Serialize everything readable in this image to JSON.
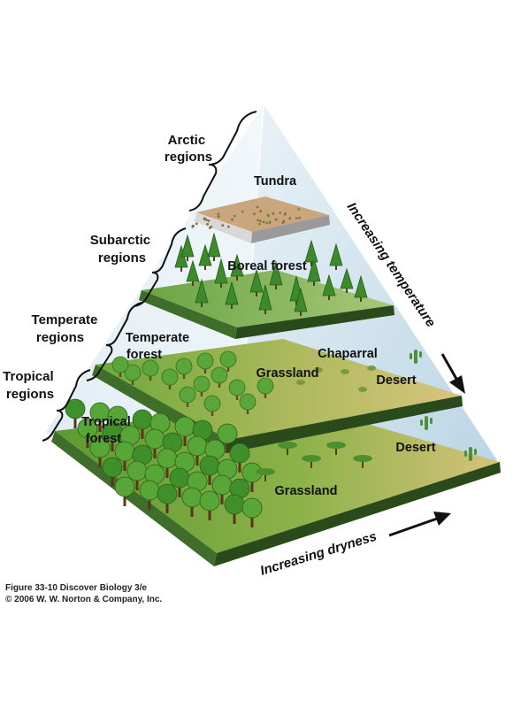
{
  "regions": {
    "arctic": [
      "Arctic",
      "regions"
    ],
    "subarctic": [
      "Subarctic",
      "regions"
    ],
    "temperate": [
      "Temperate",
      "regions"
    ],
    "tropical": [
      "Tropical",
      "regions"
    ]
  },
  "biomes": {
    "tundra": "Tundra",
    "boreal_forest": "Boreal forest",
    "temperate_forest": [
      "Temperate",
      "forest"
    ],
    "chaparral": "Chaparral",
    "grassland_temperate": "Grassland",
    "desert_temperate": "Desert",
    "tropical_forest": [
      "Tropical",
      "forest"
    ],
    "desert_tropical": "Desert",
    "grassland_tropical": "Grassland"
  },
  "axes": {
    "temperature": "Increasing temperature",
    "dryness": "Increasing dryness"
  },
  "caption": {
    "line1": "Figure 33-10  Discover Biology 3/e",
    "line2": "© 2006 W. W. Norton & Company, Inc."
  },
  "colors": {
    "sky": "#cfe3ee",
    "forest": "#4f9a33",
    "dark_tree": "#2f6f22",
    "slab_edge": "#2b4a1f",
    "dry": "#cdb86a",
    "tundra": "#c8a67d"
  }
}
